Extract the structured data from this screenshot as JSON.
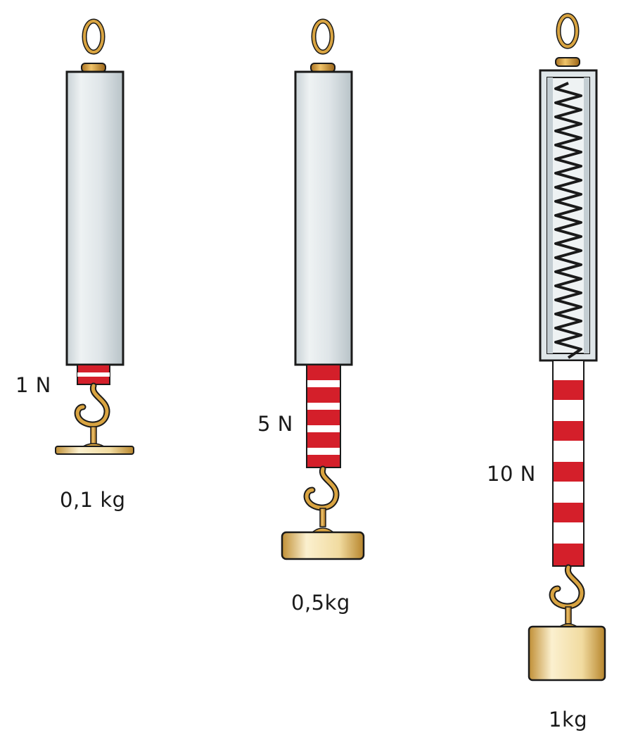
{
  "scales": [
    {
      "force_label": "1 N",
      "mass_label": "0,1 kg"
    },
    {
      "force_label": "5 N",
      "mass_label": "0,5kg"
    },
    {
      "force_label": "10 N",
      "mass_label": "1kg"
    }
  ],
  "colors": {
    "tube": "#dde3e6",
    "tube_shade": "#bcc6cb",
    "stripe_red": "#d41f2a",
    "stripe_white": "#ffffff",
    "brass": "#d9a441",
    "brass_dark": "#8a5a14",
    "weight_light": "#f6e6b8",
    "weight_dark": "#c99a3b",
    "outline": "#1a1a1a"
  }
}
